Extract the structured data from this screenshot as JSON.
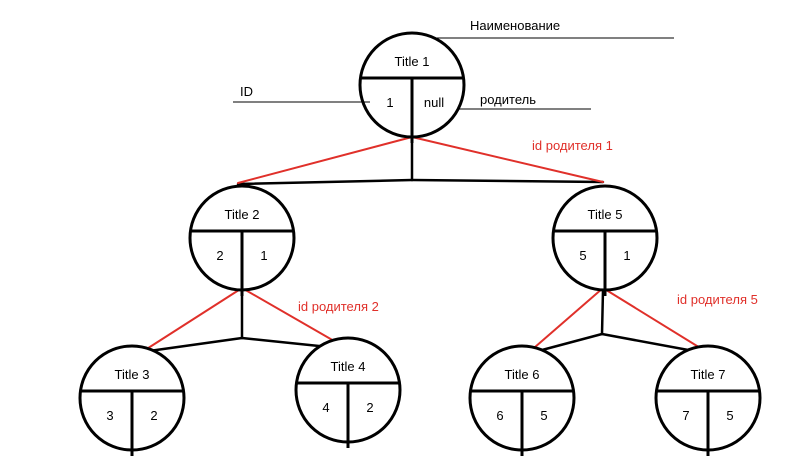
{
  "colors": {
    "ink": "#000000",
    "highlight": "#e0302a",
    "background": "#ffffff"
  },
  "nodes": [
    {
      "key": "n1",
      "title": "Title 1",
      "id": "1",
      "parent": "null"
    },
    {
      "key": "n2",
      "title": "Title 2",
      "id": "2",
      "parent": "1"
    },
    {
      "key": "n5",
      "title": "Title 5",
      "id": "5",
      "parent": "1"
    },
    {
      "key": "n3",
      "title": "Title 3",
      "id": "3",
      "parent": "2"
    },
    {
      "key": "n4",
      "title": "Title 4",
      "id": "4",
      "parent": "2"
    },
    {
      "key": "n6",
      "title": "Title 6",
      "id": "6",
      "parent": "5"
    },
    {
      "key": "n7",
      "title": "Title 7",
      "id": "7",
      "parent": "5"
    }
  ],
  "labels": {
    "name_label": "Наименование",
    "id_label": "ID",
    "parent_label": "родитель",
    "parent_id_1": "id родителя 1",
    "parent_id_2": "id родителя 2",
    "parent_id_5": "id родителя 5"
  }
}
